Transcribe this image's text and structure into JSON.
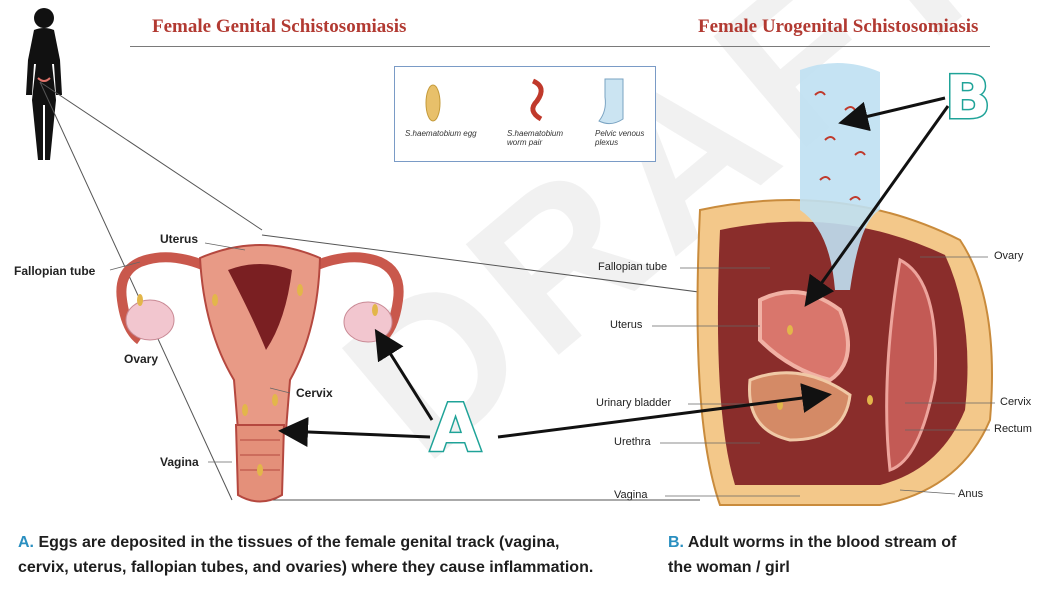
{
  "titles": {
    "left": "Female Genital Schistosomiasis",
    "right": "Female Urogenital Schistosomiasis"
  },
  "legend": {
    "egg": "S.haematobium egg",
    "worm": "S.haematobium worm pair",
    "plexus": "Pelvic venous plexus"
  },
  "left_labels": {
    "uterus": "Uterus",
    "fallopian": "Fallopian tube",
    "ovary": "Ovary",
    "cervix": "Cervix",
    "vagina": "Vagina"
  },
  "right_labels": {
    "fallopian": "Fallopian tube",
    "uterus": "Uterus",
    "bladder": "Urinary bladder",
    "urethra": "Urethra",
    "vagina": "Vagina",
    "ovary": "Ovary",
    "cervix": "Cervix",
    "rectum": "Rectum",
    "anus": "Anus"
  },
  "markers": {
    "a": "A",
    "b": "B"
  },
  "captions": {
    "a_key": "A.",
    "a_text": "Eggs are deposited in the tissues of the female genital track (vagina, cervix, uterus, fallopian tubes, and ovaries) where they cause inflammation.",
    "b_key": "B.",
    "b_text": "Adult worms in the blood stream of the woman / girl"
  },
  "watermark": "DRAFT",
  "colors": {
    "title": "#b23a32",
    "marker": "#1fa398",
    "caption_key": "#2a8fc0",
    "tissue": "#e8a08c",
    "muscle": "#b5483f",
    "vein": "#bfe0f2"
  }
}
